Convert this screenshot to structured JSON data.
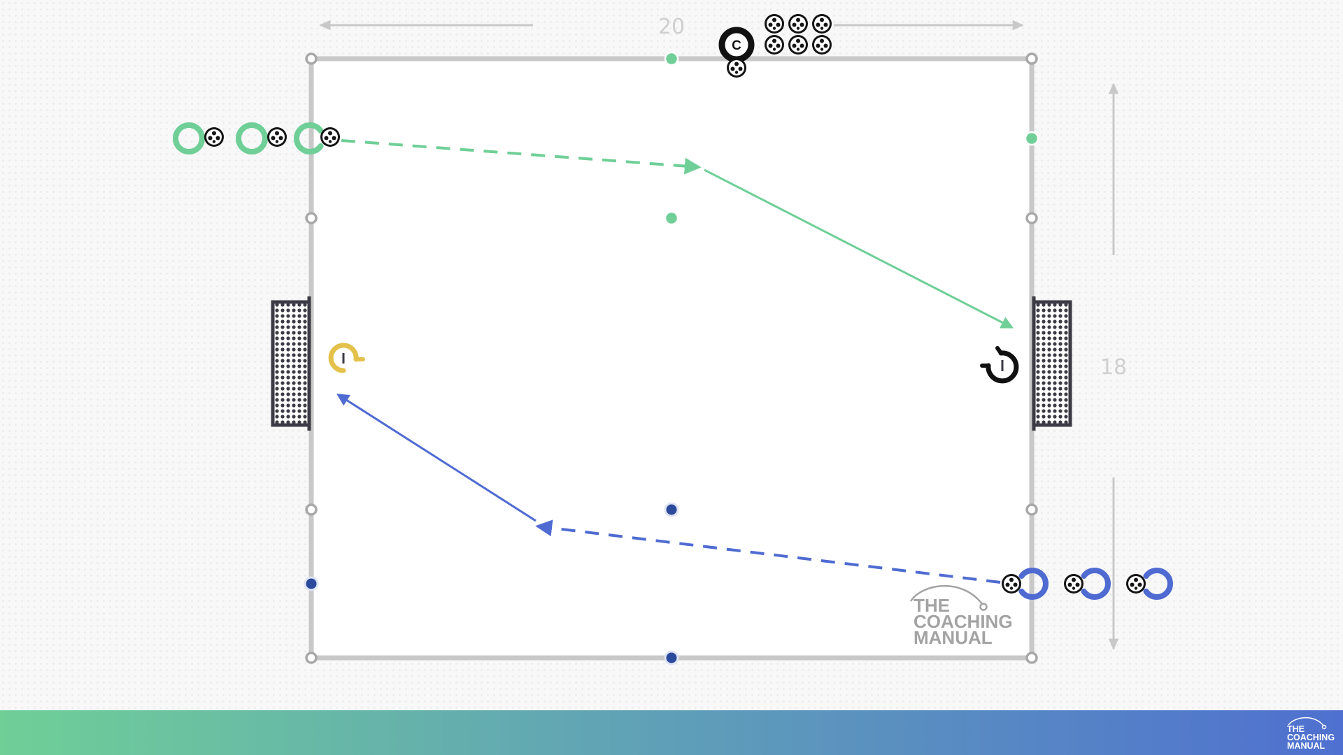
{
  "dimensions": {
    "width_label": "20",
    "height_label": "18"
  },
  "coach_label": "C",
  "watermark": {
    "line1": "THE",
    "line2": "COACHING",
    "line3": "MANUAL"
  },
  "footer_logo": {
    "line1": "THE",
    "line2": "COACHING",
    "line3": "MANUAL"
  },
  "colors": {
    "green_team": "#6fcf97",
    "blue_team": "#4f6bd2",
    "goalkeeper_yellow": "#e3c14a",
    "goalkeeper_black": "#111111",
    "pitch_line": "#c8c8c8",
    "bar_gradient_start": "#6fcf97",
    "bar_gradient_end": "#4f70d0"
  },
  "players": {
    "green_queue_count": 3,
    "blue_queue_count": 3,
    "goalkeepers": [
      "left-goalkeeper-yellow",
      "right-goalkeeper-black"
    ],
    "coach_ball_supply": 6
  },
  "movements": [
    {
      "team": "green",
      "type": "dribble",
      "style": "dashed"
    },
    {
      "team": "green",
      "type": "shot",
      "style": "solid"
    },
    {
      "team": "blue",
      "type": "dribble",
      "style": "dashed"
    },
    {
      "team": "blue",
      "type": "shot",
      "style": "solid"
    }
  ]
}
